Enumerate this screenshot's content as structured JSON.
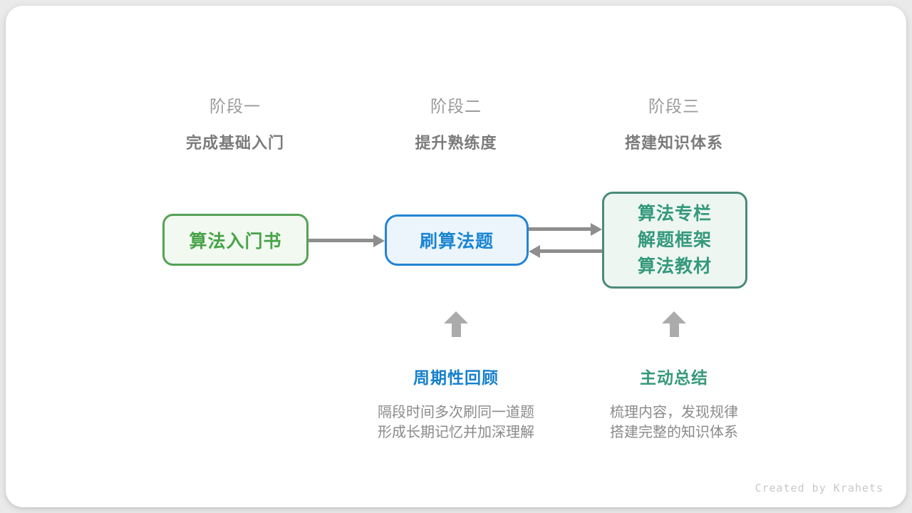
{
  "credit": "Created by Krahets",
  "stages": [
    {
      "label": "阶段一",
      "subtitle": "完成基础入门"
    },
    {
      "label": "阶段二",
      "subtitle": "提升熟练度"
    },
    {
      "label": "阶段三",
      "subtitle": "搭建知识体系"
    }
  ],
  "boxes": [
    {
      "lines": [
        "算法入门书"
      ],
      "color": "#48a348"
    },
    {
      "lines": [
        "刷算法题"
      ],
      "color": "#1a85d2"
    },
    {
      "lines": [
        "算法专栏",
        "解题框架",
        "算法教材"
      ],
      "color": "#35997c"
    }
  ],
  "annotations": [
    {
      "title": "周期性回顾",
      "desc_line1": "隔段时间多次刷同一道题",
      "desc_line2": "形成长期记忆并加深理解",
      "color": "#1680cc"
    },
    {
      "title": "主动总结",
      "desc_line1": "梳理内容，发现规律",
      "desc_line2": "搭建完整的知识体系",
      "color": "#35997c"
    }
  ],
  "colors": {
    "green_border": "#55a155",
    "green_bg": "#f2f9f1",
    "blue_border": "#2384d6",
    "blue_bg": "#ecf5fc",
    "teal_border": "#4b8b7a",
    "teal_bg": "#eef6f2",
    "arrow_gray": "#8e8e8e",
    "up_arrow_gray": "#ababab",
    "stage_label_gray": "#9a9a9a",
    "stage_subtitle_gray": "#7b7b7b",
    "desc_gray": "#8a8a8a",
    "credit_gray": "#c8c8c8",
    "card_bg": "#ffffff",
    "page_bg": "#eaeaea"
  }
}
